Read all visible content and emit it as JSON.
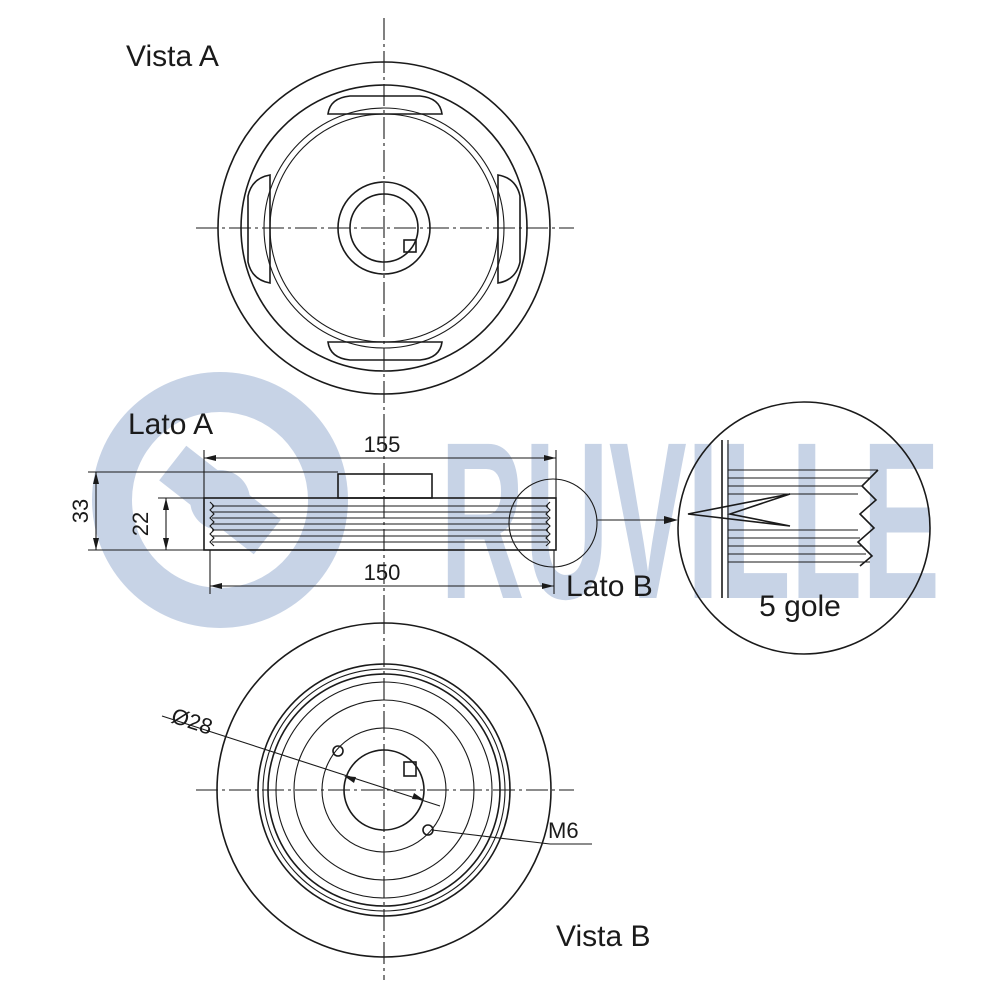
{
  "watermark": {
    "text": "RUVILLE",
    "color": "#c7d3e6"
  },
  "views": {
    "top_label": "Vista A",
    "bottom_label": "Vista B",
    "side_a_label": "Lato A",
    "side_b_label": "Lato B"
  },
  "dimensions": {
    "outer_width": "155",
    "belt_width": "150",
    "total_height": "33",
    "belt_height": "22",
    "bore_diameter": "Ø28",
    "bolt_thread": "M6"
  },
  "detail": {
    "grooves_label": "5 gole"
  },
  "colors": {
    "line": "#1a1a1a",
    "watermark": "#c7d3e6"
  }
}
